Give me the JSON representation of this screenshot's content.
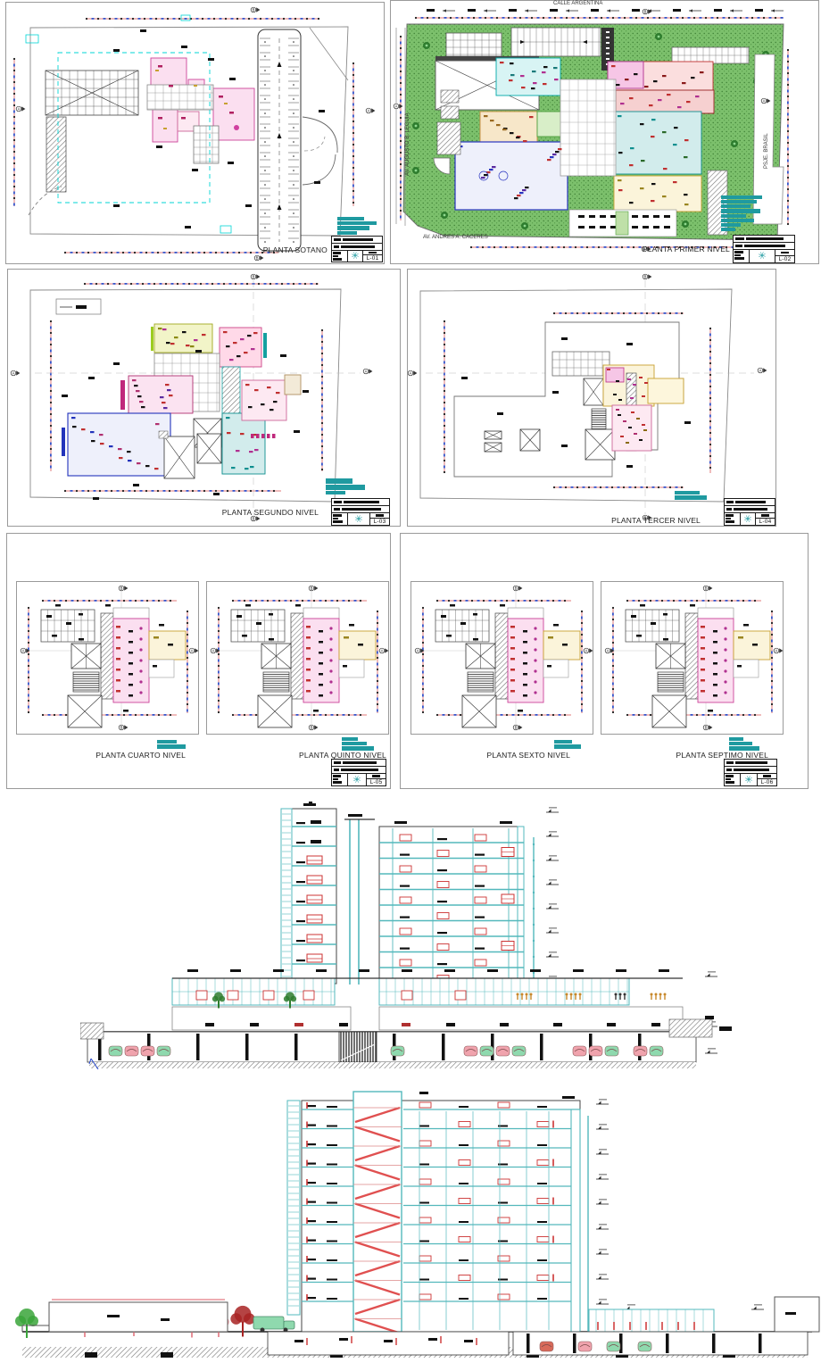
{
  "markers": {
    "a": "A",
    "b": "B"
  },
  "streets": {
    "north": "CALLE ARGENTINA",
    "west": "AV. AUGUSTO B. LEGUIA",
    "south": "AV. ANDRES A. CACERES",
    "east": "PSJE. BRASIL"
  },
  "sheets": [
    {
      "number": "L-01",
      "title": "PLANTA SOTANO"
    },
    {
      "number": "L-02",
      "title": "PLANTA PRIMER NIVEL"
    },
    {
      "number": "L-03",
      "title": "PLANTA SEGUNDO NIVEL"
    },
    {
      "number": "L-04",
      "title": "PLANTA TERCER NIVEL"
    },
    {
      "number": "L-05",
      "titles": [
        "PLANTA CUARTO NIVEL",
        "PLANTA QUINTO NIVEL"
      ]
    },
    {
      "number": "L-06",
      "titles": [
        "PLANTA SEXTO NIVEL",
        "PLANTA SEPTIMO NIVEL"
      ]
    }
  ],
  "colors": {
    "dim_line": "#e07878",
    "dim_dot": "#1a1a1a",
    "dim_tick": "#3355cc",
    "boundary": "#8a8a8a",
    "cyan_dash": "#00d5d5",
    "teal": "#15878f",
    "green_site": "#7cc06c",
    "green_dark": "#2e7d2e",
    "magenta": "#cc4499",
    "magenta_fill": "#fbdff0",
    "red": "#cc2222",
    "blue": "#2a35c0",
    "yellow": "#c8a030",
    "struct_cyan": "#53b8bc",
    "furn_red": "#cc3333",
    "car_pink": "#f0a3ad",
    "car_green": "#8fd9ae",
    "people_ochre": "#c8882a"
  }
}
